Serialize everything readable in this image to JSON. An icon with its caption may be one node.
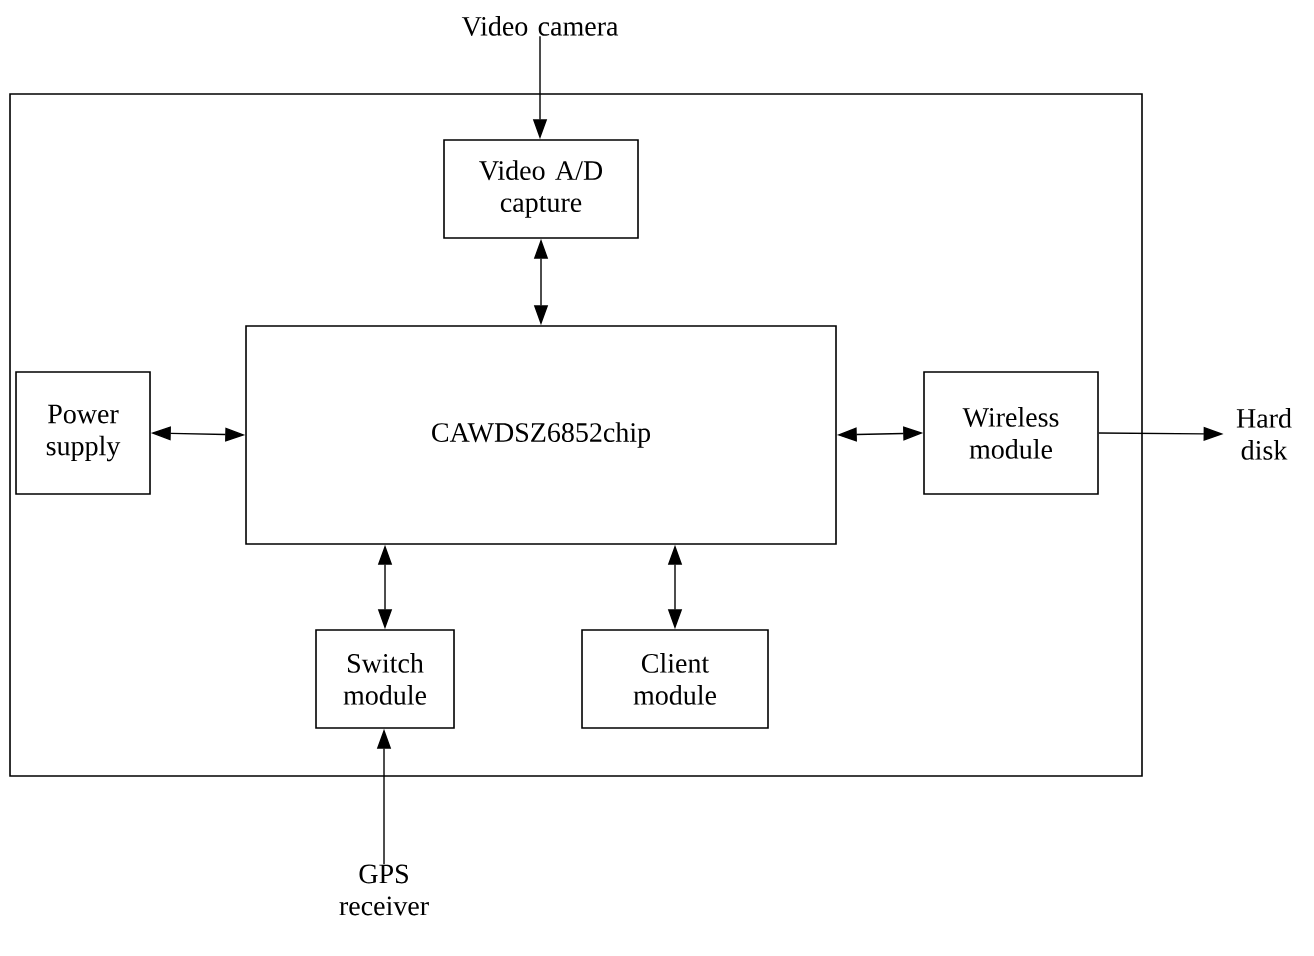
{
  "diagram": {
    "nodes": [
      {
        "text": [],
        "shape": "box"
      },
      {
        "text": [
          "Video camera"
        ]
      },
      {
        "text": [
          "Video A/D capture"
        ],
        "in": 0
      },
      {
        "text": [
          "CAWDSZ6852chip"
        ],
        "in": 0
      },
      {
        "text": [
          "Power supply"
        ],
        "in": 0
      },
      {
        "text": [
          "Wireless module"
        ],
        "in": 0
      },
      {
        "text": [
          "Hard disk"
        ]
      },
      {
        "text": [
          "Switch module"
        ],
        "in": 0
      },
      {
        "text": [
          "Client module"
        ],
        "in": 0
      },
      {
        "text": [
          "GPS receiver"
        ]
      }
    ],
    "edges": [
      {
        "from": 1,
        "to": 2,
        "arrow": "to"
      },
      {
        "from": 2,
        "to": 3,
        "arrow": "both"
      },
      {
        "from": 4,
        "to": 3,
        "arrow": "both"
      },
      {
        "from": 3,
        "to": 5,
        "arrow": "both"
      },
      {
        "from": 5,
        "to": 6,
        "arrow": "to"
      },
      {
        "from": 3,
        "to": 7,
        "arrow": "both"
      },
      {
        "from": 3,
        "to": 8,
        "arrow": "both"
      },
      {
        "from": 9,
        "to": 7,
        "arrow": "to"
      }
    ]
  }
}
